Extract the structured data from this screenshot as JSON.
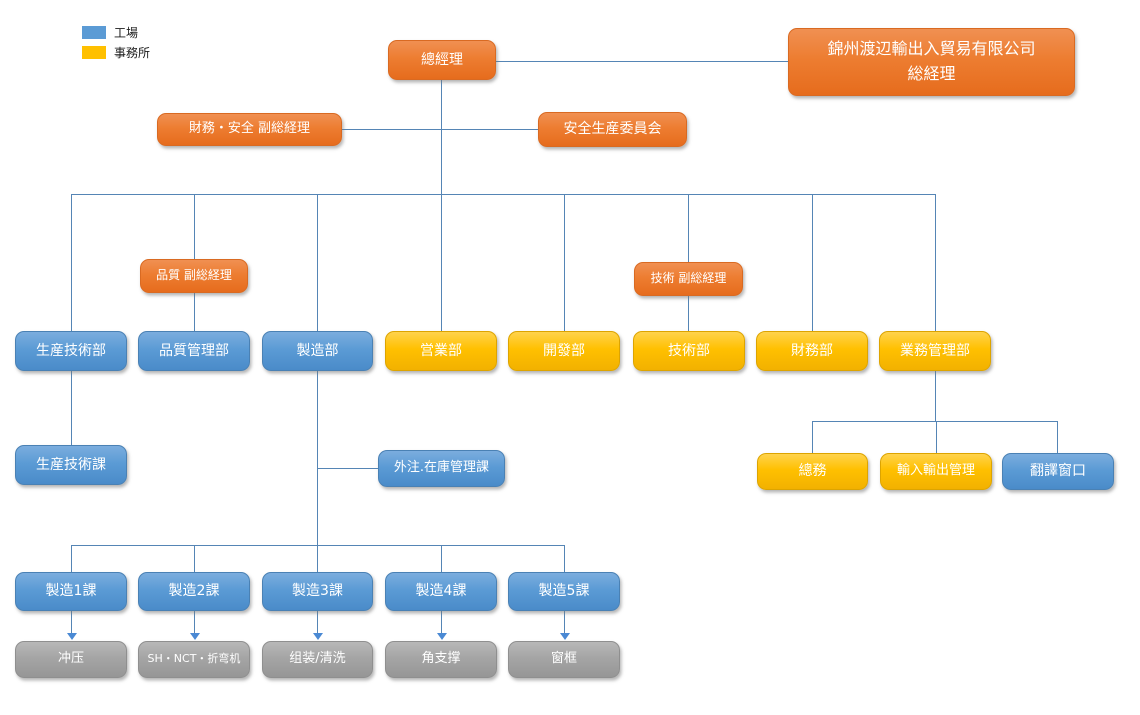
{
  "legend": {
    "factory_label": "工場",
    "office_label": "事務所"
  },
  "colors": {
    "factory_blue": "#5B9BD5",
    "office_yellow": "#FFC000",
    "executive_orange": "#ED7D31",
    "process_gray": "#A5A5A5",
    "connector_line": "#5585B5"
  },
  "org": {
    "general_manager": "總經理",
    "company": {
      "line1": "錦州渡辺輸出入貿易有限公司",
      "line2": "総経理"
    },
    "deputy_finance_safety": "財務・安全 副総経理",
    "safety_committee": "安全生産委員会",
    "deputy_quality": "品質 副総経理",
    "deputy_technology": "技術 副総経理",
    "departments": {
      "production_engineering": "生産技術部",
      "quality_management": "品質管理部",
      "manufacturing": "製造部",
      "sales": "営業部",
      "development": "開發部",
      "technology": "技術部",
      "finance": "財務部",
      "business_management": "業務管理部"
    },
    "sections": {
      "production_engineering": "生産技術課",
      "outsourcing_inventory": "外注.在庫管理課",
      "general_affairs": "總務",
      "import_export": "輸入輸出管理",
      "translation_window": "翻譯窗口"
    },
    "manufacturing_sections": [
      "製造1課",
      "製造2課",
      "製造3課",
      "製造4課",
      "製造5課"
    ],
    "processes": [
      "冲压",
      "SH・NCT・折弯机",
      "组装/清洗",
      "角支撑",
      "窗框"
    ]
  }
}
